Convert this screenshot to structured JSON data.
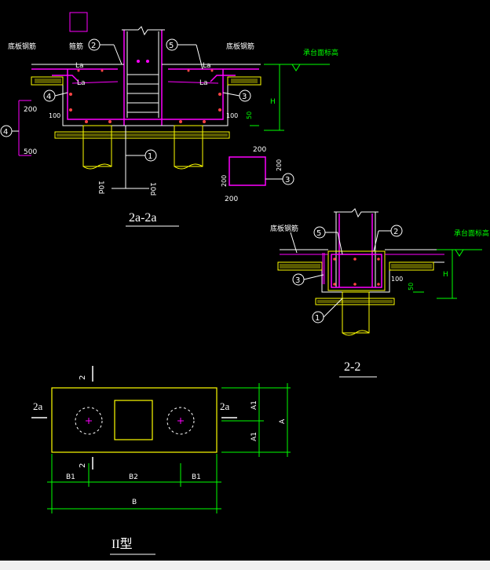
{
  "colors": {
    "background": "#000000",
    "column": "#ff00ff",
    "rebar": "#ff00ff",
    "outline": "#ffffff",
    "concrete": "#ffff00",
    "dimension": "#00ff00",
    "leader": "#00ff00",
    "text": "#ffffff"
  },
  "section_2a": {
    "title": "2a-2a",
    "label_bottom_rebar_left": "底板钢筋",
    "label_bottom_rebar_right": "底板钢筋",
    "label_stirrup": "箍筋",
    "label_cap_top_elev": "承台面标高",
    "la_left": "La",
    "la_right": "La",
    "la_mid_left": "La",
    "la_mid_right": "La",
    "dim_H": "H",
    "dim_50": "50",
    "dim_100_left": "100",
    "dim_100_right": "100",
    "dim_200_left": "200",
    "dim_500": "500",
    "dim_10d_left": "10d",
    "dim_10d_right": "10d",
    "detail_200_top": "200",
    "detail_200_right": "200",
    "detail_200_left": "200",
    "detail_200_bottom": "200",
    "callouts": [
      "1",
      "2",
      "3",
      "4",
      "4",
      "5",
      "3"
    ]
  },
  "section_22": {
    "title": "2-2",
    "label_bottom_rebar": "底板钢筋",
    "label_cap_top_elev": "承台面标高",
    "dim_H": "H",
    "dim_50": "50",
    "dim_100": "100",
    "callouts": [
      "1",
      "2",
      "3",
      "5"
    ]
  },
  "plan": {
    "title": "II型",
    "section_mark_left": "2a",
    "section_mark_right": "2a",
    "section_mark_top": "2",
    "section_mark_bottom": "2",
    "dim_B1_left": "B1",
    "dim_B2": "B2",
    "dim_B1_right": "B1",
    "dim_B": "B",
    "dim_A1_top": "A1",
    "dim_A1_bottom": "A1",
    "dim_A": "A"
  }
}
